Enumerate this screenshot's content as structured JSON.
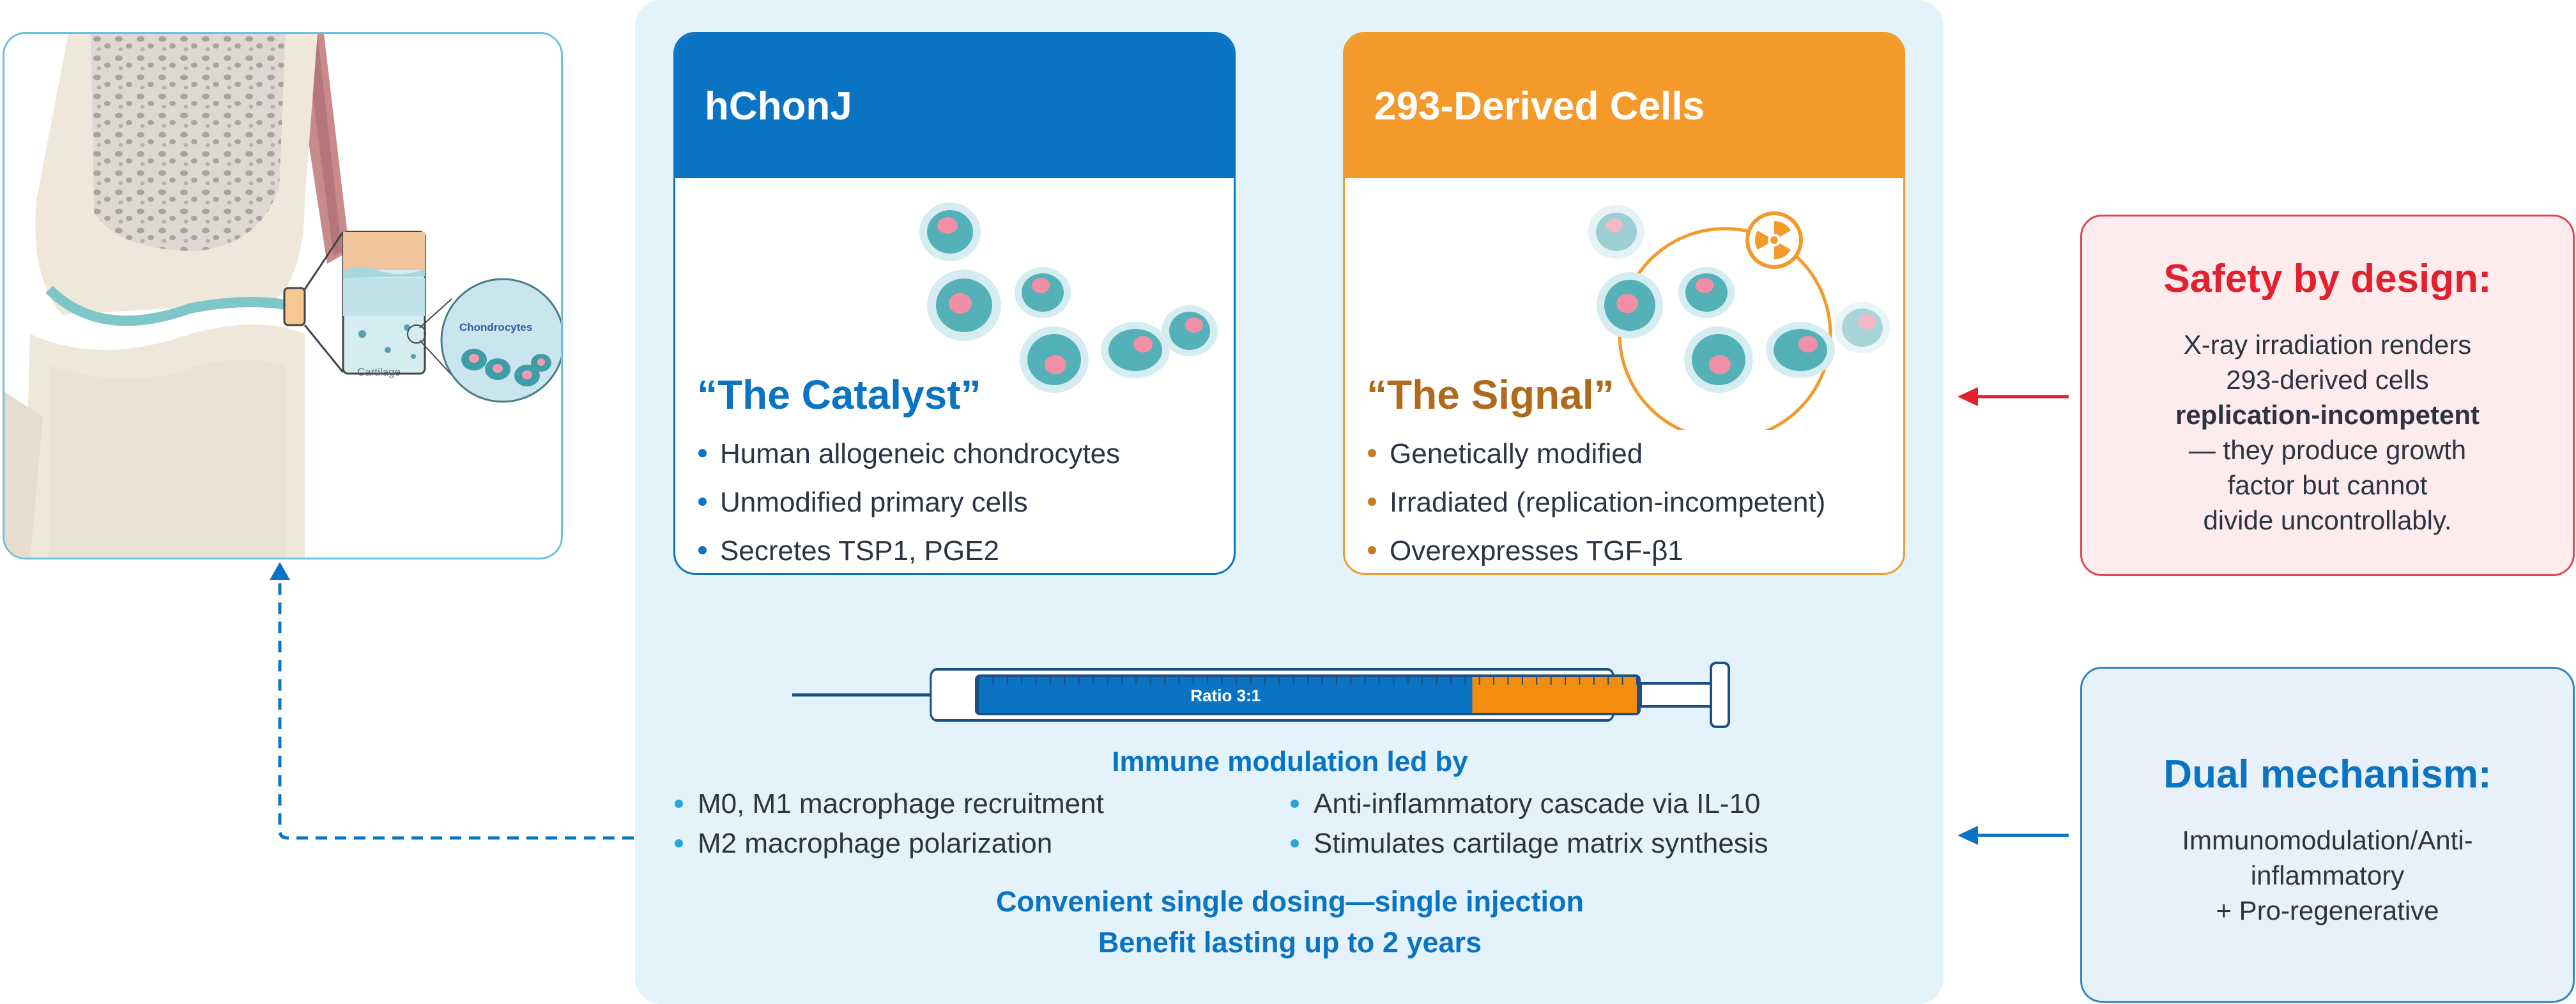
{
  "knee": {
    "label_chondrocytes": "Chondrocytes",
    "label_cartilage": "Cartilage"
  },
  "hchonj": {
    "header": "hChonJ",
    "title": "“The Catalyst”",
    "bullets": [
      "Human allogeneic chondrocytes",
      "Unmodified primary cells",
      "Secretes TSP1, PGE2"
    ],
    "color": "#0a74c2"
  },
  "cells293": {
    "header": "293-Derived Cells",
    "title": "“The Signal”",
    "bullets": [
      "Genetically modified",
      "Irradiated (replication-incompetent)",
      "Overexpresses TGF-β1"
    ],
    "color": "#f39a2b",
    "icon": "radiation-icon"
  },
  "syringe": {
    "label": "Ratio 3:1",
    "ratio_blue": 3,
    "ratio_orange": 1
  },
  "immune": {
    "title": "Immune modulation led by",
    "left": [
      "M0, M1 macrophage recruitment",
      "M2 macrophage polarization"
    ],
    "right": [
      "Anti-inflammatory cascade via IL-10",
      "Stimulates cartilage matrix synthesis"
    ]
  },
  "dosing": {
    "line1": "Convenient single dosing—single injection",
    "line2": "Benefit lasting up to 2 years"
  },
  "safety": {
    "title": "Safety by design:",
    "line1": "X-ray irradiation renders",
    "line2": "293-derived cells",
    "line3_bold": "replication-incompetent",
    "line4": "— they produce growth",
    "line5": "factor but cannot",
    "line6": "divide uncontrollably.",
    "color": "#e2212f"
  },
  "dual": {
    "title": "Dual mechanism:",
    "line1": "Immunomodulation/Anti-",
    "line2": "inflammatory",
    "line3": "+ Pro-regenerative"
  }
}
